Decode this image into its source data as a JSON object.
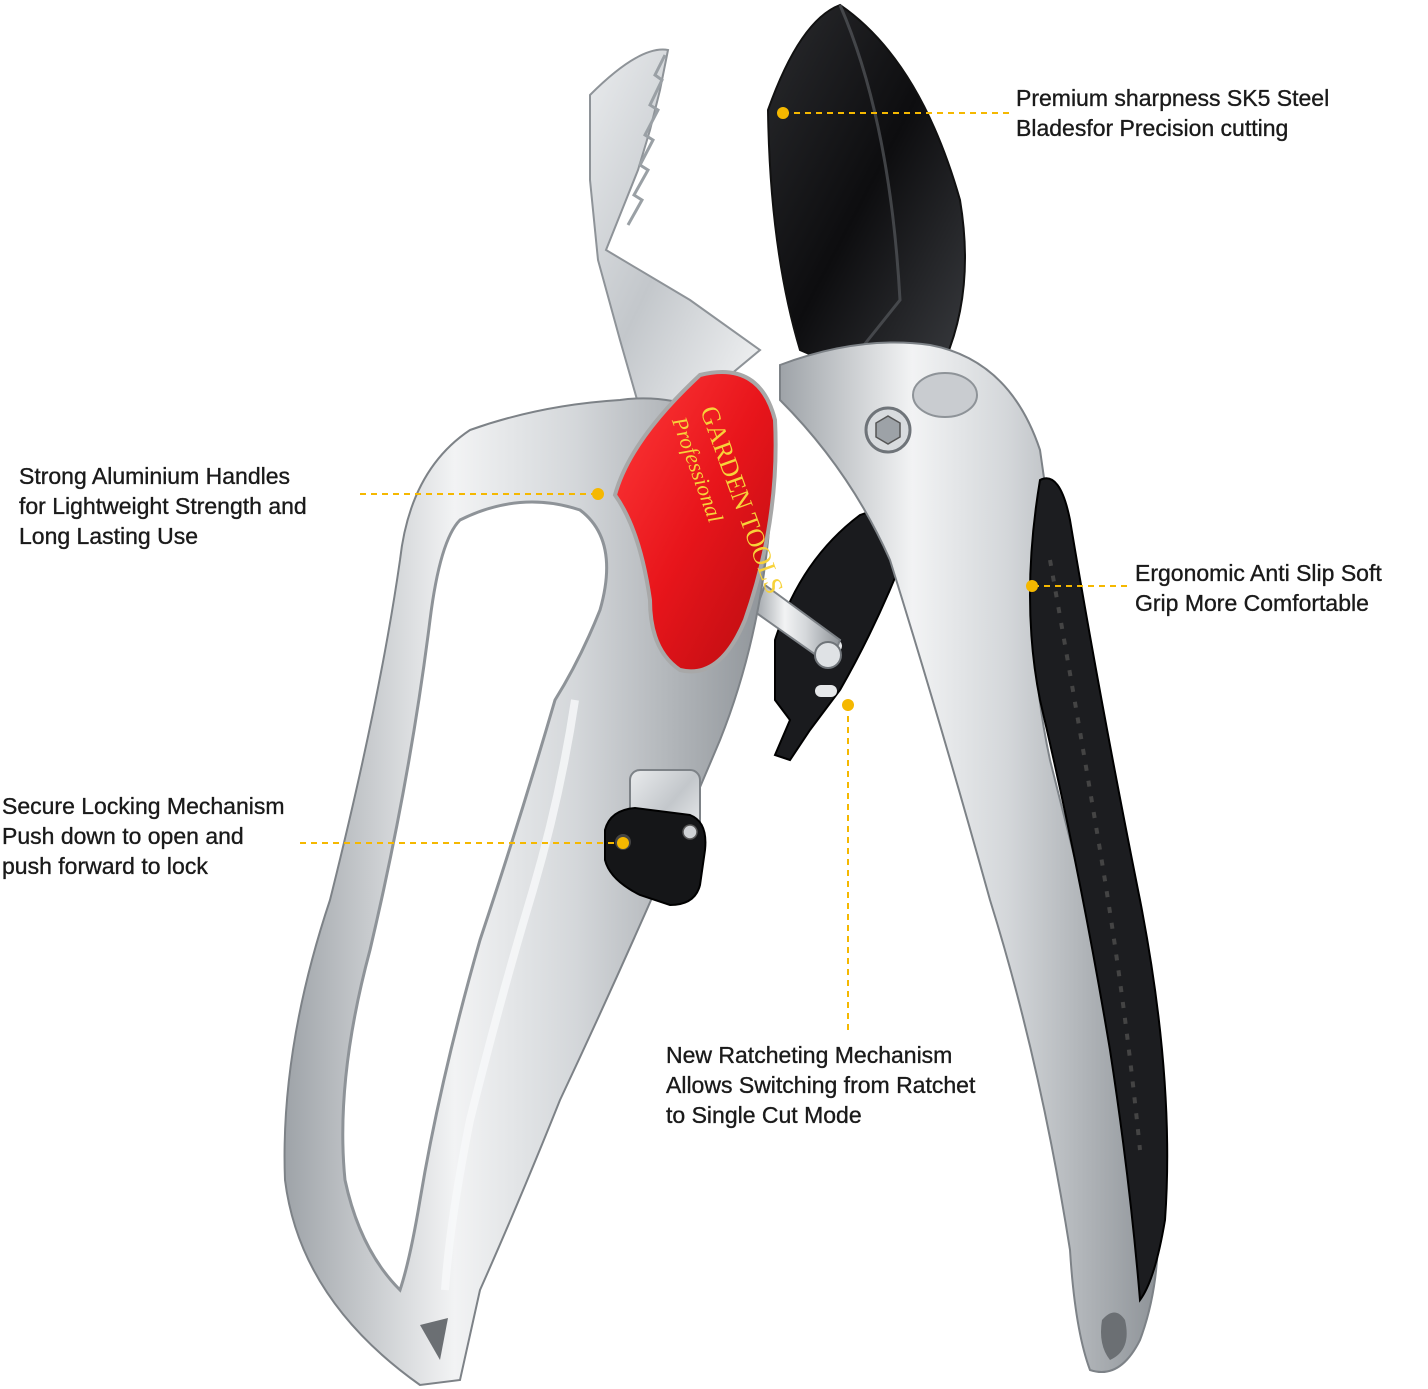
{
  "product_image": {
    "badge_line1": "GARDEN TOOLS",
    "badge_line2": "Professional",
    "leader_color": "#f5b800",
    "badge_color": "#e8151b",
    "badge_text_color": "#f7d23a"
  },
  "callouts": {
    "blade": {
      "line1": "Premium sharpness SK5 Steel",
      "line2": "Bladesfor Precision cutting"
    },
    "handles": {
      "line1": "Strong Aluminium Handles",
      "line2": "for Lightweight Strength and",
      "line3": "Long Lasting Use"
    },
    "grip": {
      "line1": "Ergonomic Anti Slip Soft",
      "line2": "Grip More Comfortable"
    },
    "lock": {
      "line1": "Secure Locking Mechanism",
      "line2": "Push down to open and",
      "line3": "push forward to lock"
    },
    "ratchet": {
      "line1": "New Ratcheting Mechanism",
      "line2": "Allows Switching from Ratchet",
      "line3": "to Single Cut Mode"
    }
  }
}
